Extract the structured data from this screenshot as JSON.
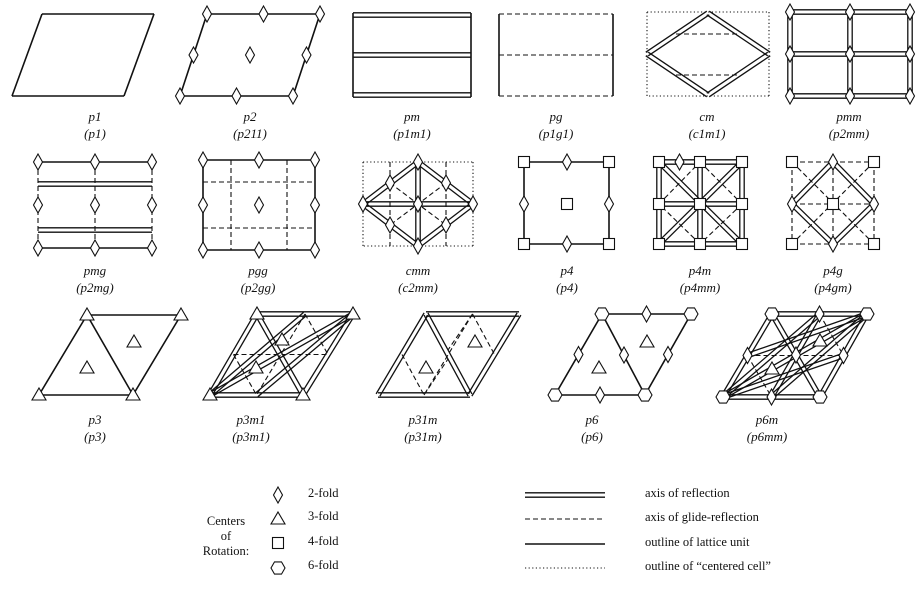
{
  "groups": [
    {
      "name": "p1",
      "alt": "(p1)"
    },
    {
      "name": "p2",
      "alt": "(p211)"
    },
    {
      "name": "pm",
      "alt": "(p1m1)"
    },
    {
      "name": "pg",
      "alt": "(p1g1)"
    },
    {
      "name": "cm",
      "alt": "(c1m1)"
    },
    {
      "name": "pmm",
      "alt": "(p2mm)"
    },
    {
      "name": "pmg",
      "alt": "(p2mg)"
    },
    {
      "name": "pgg",
      "alt": "(p2gg)"
    },
    {
      "name": "cmm",
      "alt": "(c2mm)"
    },
    {
      "name": "p4",
      "alt": "(p4)"
    },
    {
      "name": "p4m",
      "alt": "(p4mm)"
    },
    {
      "name": "p4g",
      "alt": "(p4gm)"
    },
    {
      "name": "p3",
      "alt": "(p3)"
    },
    {
      "name": "p3m1",
      "alt": "(p3m1)"
    },
    {
      "name": "p31m",
      "alt": "(p31m)"
    },
    {
      "name": "p6",
      "alt": "(p6)"
    },
    {
      "name": "p6m",
      "alt": "(p6mm)"
    }
  ],
  "legend": {
    "centers_title": [
      "Centers",
      "of",
      "Rotation:"
    ],
    "rotation": [
      {
        "symbol": "diamond",
        "label": "2-fold"
      },
      {
        "symbol": "triangle",
        "label": "3-fold"
      },
      {
        "symbol": "square",
        "label": "4-fold"
      },
      {
        "symbol": "hexagon",
        "label": "6-fold"
      }
    ],
    "lines": [
      {
        "style": "double",
        "label": "axis of reflection"
      },
      {
        "style": "dashed",
        "label": "axis of glide-reflection"
      },
      {
        "style": "solid",
        "label": "outline of lattice unit"
      },
      {
        "style": "dotted",
        "label": "outline of “centered cell”"
      }
    ]
  }
}
